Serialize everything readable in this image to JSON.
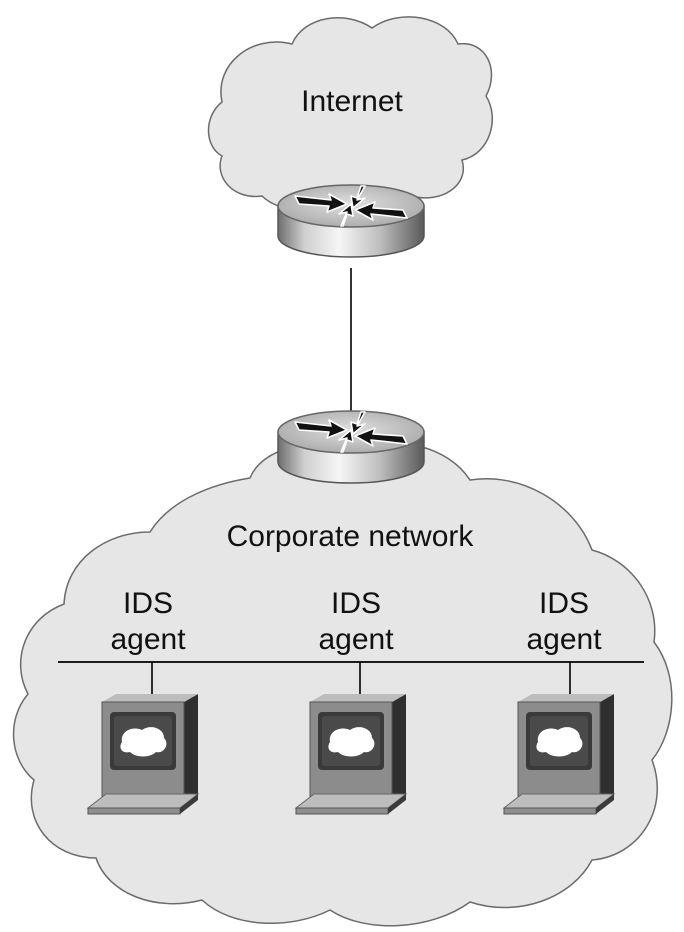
{
  "internet_cloud": {
    "label": "Internet"
  },
  "corporate_cloud": {
    "label": "Corporate network"
  },
  "routers": [
    {
      "icon": "router-icon"
    },
    {
      "icon": "router-icon"
    }
  ],
  "agents": [
    {
      "line1": "IDS",
      "line2": "agent",
      "icon": "workstation-icon"
    },
    {
      "line1": "IDS",
      "line2": "agent",
      "icon": "workstation-icon"
    },
    {
      "line1": "IDS",
      "line2": "agent",
      "icon": "workstation-icon"
    }
  ],
  "colors": {
    "cloud_fill": "#e6e6e6",
    "cloud_stroke": "#6b6b6b",
    "router_dark": "#6e6e6e",
    "router_light": "#f2f2f2",
    "monitor_body": "#8c8c8c",
    "monitor_dark": "#3a3a3a",
    "line": "#000000"
  }
}
